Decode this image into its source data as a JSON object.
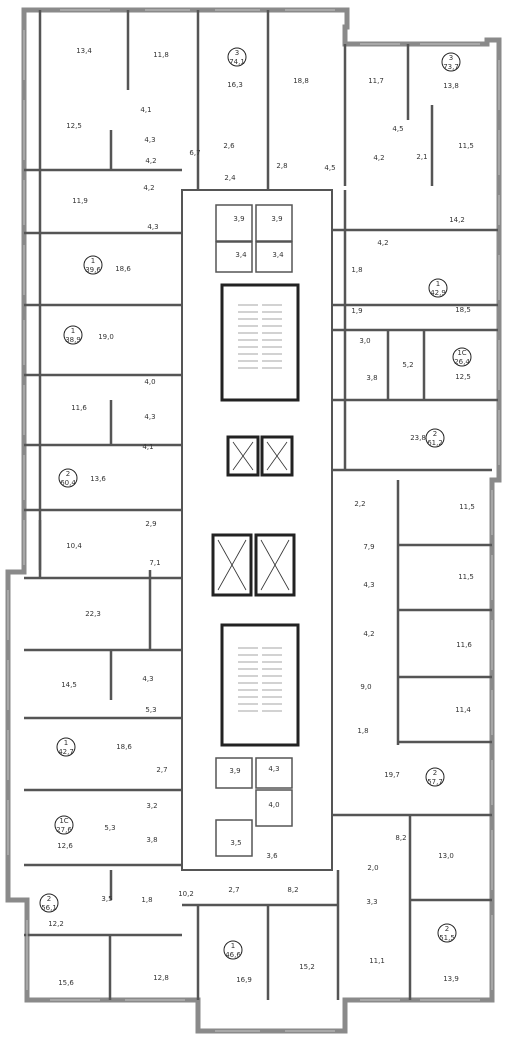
{
  "highlight_color": "#9ccfcf",
  "wall_color": "#555555",
  "outer_wall_color": "#999999",
  "apartments": [
    {
      "id": "a1",
      "rooms": "3",
      "area": "74,1"
    },
    {
      "id": "a2",
      "rooms": "3",
      "area": "73,7"
    },
    {
      "id": "a3",
      "rooms": "1",
      "area": "39,6"
    },
    {
      "id": "a4",
      "rooms": "1",
      "area": "42,9"
    },
    {
      "id": "a5",
      "rooms": "1",
      "area": "38,9"
    },
    {
      "id": "a6",
      "rooms": "1С",
      "area": "26,4"
    },
    {
      "id": "a7",
      "rooms": "2",
      "area": "61,2"
    },
    {
      "id": "a8",
      "rooms": "2",
      "area": "60,4"
    },
    {
      "id": "a9",
      "rooms": "1",
      "area": "42,7"
    },
    {
      "id": "a10",
      "rooms": "2",
      "area": "57,7"
    },
    {
      "id": "a11",
      "rooms": "1С",
      "area": "27,6"
    },
    {
      "id": "a12",
      "rooms": "2",
      "area": "56,1"
    },
    {
      "id": "a13",
      "rooms": "1",
      "area": "46,6"
    },
    {
      "id": "a14",
      "rooms": "2",
      "area": "51,5"
    }
  ],
  "rooms": [
    "13,4",
    "11,8",
    "16,3",
    "18,8",
    "11,7",
    "13,8",
    "4,1",
    "12,5",
    "4,3",
    "6,7",
    "2,6",
    "4,5",
    "11,5",
    "2,8",
    "4,5",
    "4,2",
    "2,1",
    "4,2",
    "2,4",
    "11,9",
    "4,2",
    "3,9",
    "3,9",
    "14,2",
    "4,3",
    "3,4",
    "3,4",
    "4,2",
    "18,6",
    "1,8",
    "18,5",
    "1,9",
    "19,0",
    "3,0",
    "5,2",
    "12,5",
    "3,8",
    "4,0",
    "11,6",
    "4,3",
    "23,8",
    "4,1",
    "13,6",
    "2,2",
    "11,5",
    "2,9",
    "10,4",
    "7,9",
    "7,1",
    "4,3",
    "11,5",
    "22,3",
    "4,2",
    "11,6",
    "14,5",
    "4,3",
    "9,0",
    "5,3",
    "11,4",
    "1,8",
    "18,6",
    "2,7",
    "3,9",
    "4,3",
    "19,7",
    "4,0",
    "3,2",
    "8,2",
    "5,3",
    "3,8",
    "3,5",
    "3,6",
    "12,6",
    "13,0",
    "2,0",
    "10,2",
    "3,5",
    "1,8",
    "2,7",
    "8,2",
    "3,3",
    "12,2",
    "11,1",
    "15,6",
    "12,8",
    "16,9",
    "15,2",
    "13,9"
  ]
}
